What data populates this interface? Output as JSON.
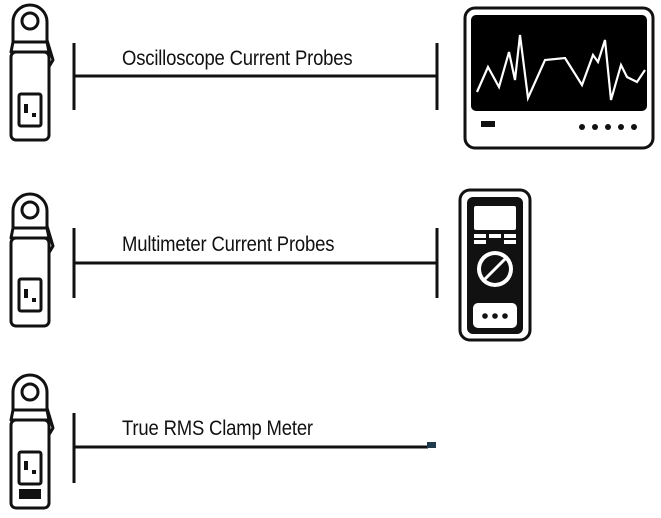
{
  "rows": [
    {
      "label": "Oscilloscope Current Probes",
      "device_icon": "oscilloscope-icon",
      "probe_icon": "current-clamp-probe-icon"
    },
    {
      "label": "Multimeter Current Probes",
      "device_icon": "multimeter-icon",
      "probe_icon": "current-clamp-probe-icon"
    },
    {
      "label": "True RMS Clamp Meter",
      "device_icon": "clamp-meter-icon",
      "probe_icon": "clamp-meter-icon"
    }
  ],
  "colors": {
    "line": "#111111",
    "background": "#ffffff",
    "accent": "#1f3a4a"
  }
}
